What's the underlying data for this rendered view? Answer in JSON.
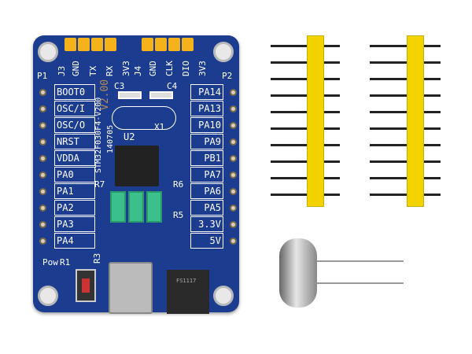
{
  "board": {
    "color": "#1c3d8f",
    "top_header_j3": {
      "ref": "J3",
      "pins": [
        "GND",
        "TX",
        "RX",
        "3V3"
      ]
    },
    "top_header_j4": {
      "ref": "J4",
      "pins": [
        "GND",
        "CLK",
        "DIO",
        "3V3"
      ]
    },
    "left_header": {
      "ref": "P1",
      "pins": [
        "BOOT0",
        "OSC/I",
        "OSC/O",
        "NRST",
        "VDDA",
        "PA0",
        "PA1",
        "PA2",
        "PA3",
        "PA4"
      ]
    },
    "right_header": {
      "ref": "P2",
      "pins": [
        "PA14",
        "PA13",
        "PA10",
        "PA9",
        "PB1",
        "PA7",
        "PA6",
        "PA5",
        "3.3V",
        "5V"
      ]
    },
    "components": {
      "c3": "C3",
      "c4": "C4",
      "x1": "X1",
      "u2": "U2",
      "r7": "R7",
      "r6": "R6",
      "r5": "R5",
      "r3": "R3",
      "r1": "R1",
      "pow": "Pow",
      "version": "V2.00",
      "mcu_text": "STM32F030F4-V200",
      "date_code": "140705",
      "regulator": "FS1117"
    }
  }
}
